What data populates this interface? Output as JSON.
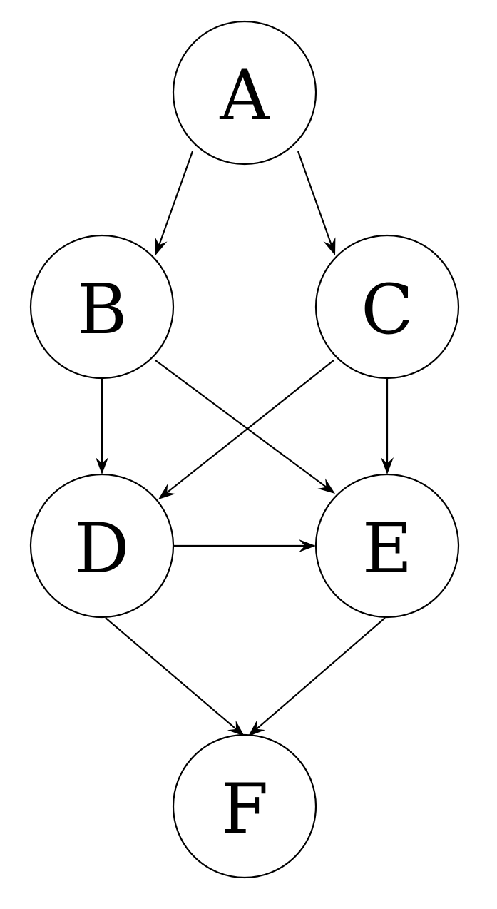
{
  "nodes": [
    {
      "id": "A",
      "label": "A"
    },
    {
      "id": "B",
      "label": "B"
    },
    {
      "id": "C",
      "label": "C"
    },
    {
      "id": "D",
      "label": "D"
    },
    {
      "id": "E",
      "label": "E"
    },
    {
      "id": "F",
      "label": "F"
    }
  ],
  "edges": [
    {
      "from": "A",
      "to": "B"
    },
    {
      "from": "A",
      "to": "C"
    },
    {
      "from": "B",
      "to": "D"
    },
    {
      "from": "B",
      "to": "E"
    },
    {
      "from": "C",
      "to": "D"
    },
    {
      "from": "C",
      "to": "E"
    },
    {
      "from": "D",
      "to": "E"
    },
    {
      "from": "D",
      "to": "F"
    },
    {
      "from": "E",
      "to": "F"
    }
  ]
}
